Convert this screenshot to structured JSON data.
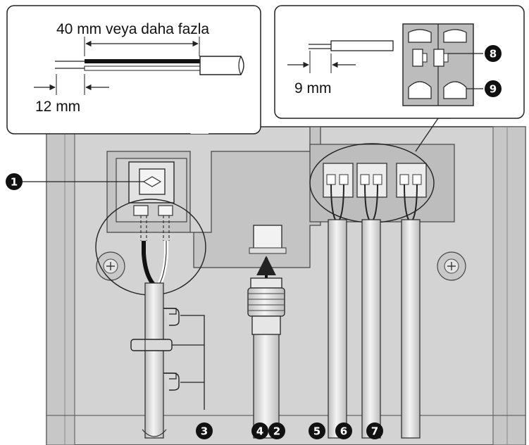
{
  "callouts": {
    "left": {
      "length_label": "40 mm veya daha fazla",
      "strip_label": "12 mm"
    },
    "right": {
      "strip_label": "9 mm"
    }
  },
  "markers": [
    {
      "id": "m1",
      "text": "1"
    },
    {
      "id": "m2",
      "text": "2"
    },
    {
      "id": "m3",
      "text": "3"
    },
    {
      "id": "m4",
      "text": "4"
    },
    {
      "id": "m5",
      "text": "5"
    },
    {
      "id": "m6",
      "text": "6"
    },
    {
      "id": "m7",
      "text": "7"
    },
    {
      "id": "m8",
      "text": "8"
    },
    {
      "id": "m9",
      "text": "9"
    }
  ],
  "colors": {
    "panel": "#d4d4d4",
    "panel_dark": "#b4b4b4",
    "line": "#222222",
    "callout_bg": "#ffffff",
    "marker": "#111111"
  }
}
